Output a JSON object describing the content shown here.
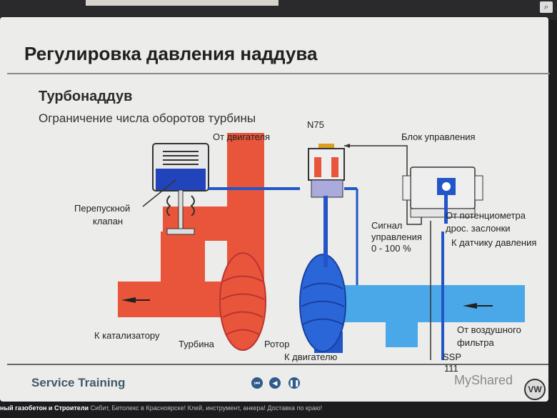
{
  "slide": {
    "title": "Регулировка давления наддува",
    "subtitle": "Турбонаддув",
    "description": "Ограничение числа оборотов турбины"
  },
  "diagram": {
    "labels": {
      "from_engine": "От двигателя",
      "n75": "N75",
      "control_unit": "Блок управления",
      "wastegate": "Перепускной",
      "wastegate2": "клапан",
      "signal1": "Сигнал",
      "signal2": "управления",
      "signal3": "0 - 100 %",
      "potentiometer1": "От потенциометра",
      "potentiometer2": "дрос. заслонки",
      "pressure_sensor": "К датчику давления",
      "to_catalyst": "К катализатору",
      "turbine": "Турбина",
      "rotor": "Ротор",
      "to_engine": "К двигателю",
      "from_air_filter1": "От воздушного",
      "from_air_filter2": "фильтра",
      "ssp": "SSP",
      "ssp_num": "111"
    },
    "colors": {
      "exhaust": "#e8553a",
      "intake_light": "#4aa8e8",
      "intake_dark": "#2255c8"
    }
  },
  "footer": {
    "brand": "Service Training",
    "nav_buttons": [
      "back-to-start",
      "previous",
      "pause"
    ],
    "watermark": "MyShared",
    "logo": "VW"
  },
  "ad_bar": {
    "bold": "ный газобетон и Строители",
    "text": "Сибит, Бетолекс в Красноярске! Клей, инструмент, анкера! Доставка по краю!"
  }
}
